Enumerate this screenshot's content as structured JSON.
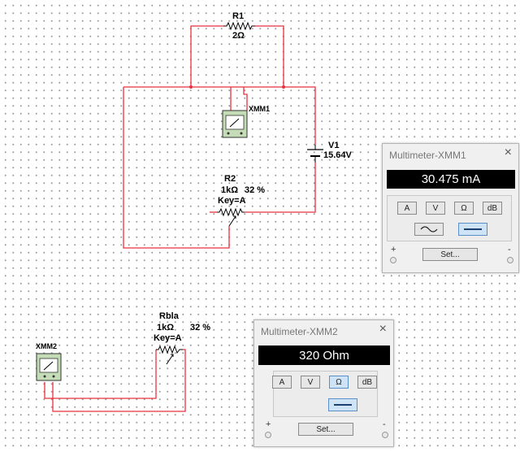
{
  "schematic": {
    "r1": {
      "name": "R1",
      "value": "2Ω"
    },
    "v1": {
      "name": "V1",
      "value": "15.64V"
    },
    "r2": {
      "name": "R2",
      "value": "1kΩ",
      "percent": "32 %",
      "key": "Key=A"
    },
    "rbla": {
      "name": "Rbla",
      "value": "1kΩ",
      "percent": "32 %",
      "key": "Key=A"
    },
    "xmm1": {
      "name": "XMM1"
    },
    "xmm2": {
      "name": "XMM2"
    },
    "wire_color": "#e8323c"
  },
  "multimeter1": {
    "title": "Multimeter-XMM1",
    "close": "×",
    "reading": "30.475 mA",
    "buttons": [
      "A",
      "V",
      "Ω",
      "dB"
    ],
    "active_mode": "A",
    "set_label": "Set...",
    "plus": "+",
    "minus": "-",
    "active_wave": "dc"
  },
  "multimeter2": {
    "title": "Multimeter-XMM2",
    "close": "×",
    "reading": "320 Ohm",
    "buttons": [
      "A",
      "V",
      "Ω",
      "dB"
    ],
    "active_mode": "Ω",
    "set_label": "Set...",
    "plus": "+",
    "minus": "-",
    "active_wave": "dc"
  }
}
